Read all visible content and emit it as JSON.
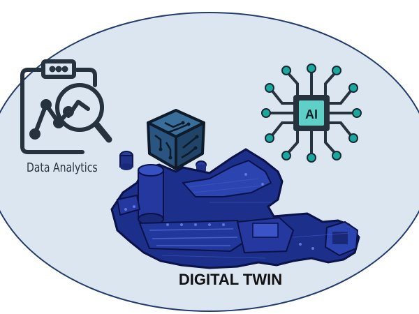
{
  "labels": {
    "analytics": "Data Analytics",
    "ai": "AI",
    "title": "DIGITAL TWIN"
  },
  "icons": [
    "clipboard-analytics-icon",
    "ai-chip-icon",
    "circuit-cube-icon",
    "machine-render"
  ],
  "colors": {
    "ellipse_fill": "#dbe6f1",
    "ellipse_stroke": "#233b6b",
    "icon_dark": "#26323e",
    "ai_teal": "#1aa7a0",
    "ai_chip": "#5fd0c8",
    "machine_blue": "#1c2f8a"
  }
}
